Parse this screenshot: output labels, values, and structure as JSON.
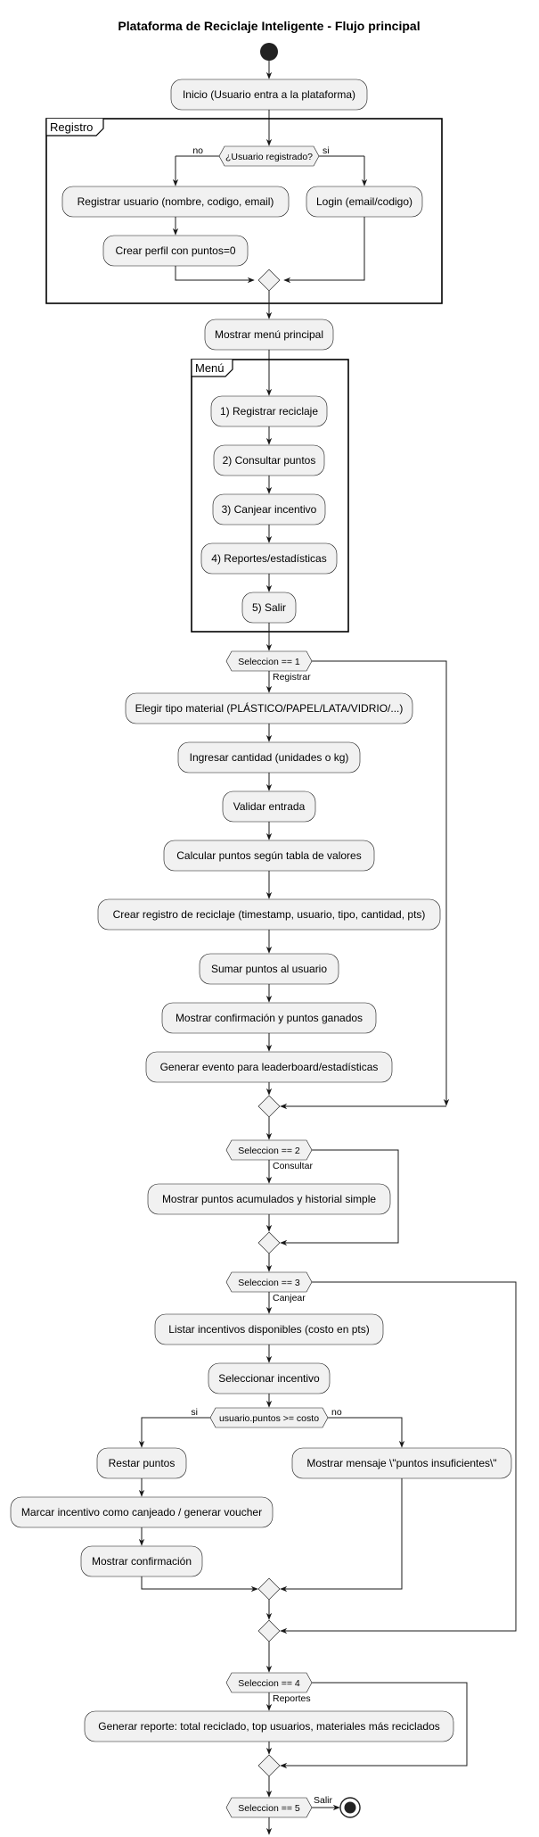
{
  "title": "Plataforma de Reciclaje Inteligente - Flujo principal",
  "nodes": {
    "inicio": "Inicio (Usuario entra a la plataforma)",
    "registrar_usuario": "Registrar usuario (nombre, codigo, email)",
    "login": "Login (email/codigo)",
    "crear_perfil": "Crear perfil con puntos=0",
    "mostrar_menu": "Mostrar menú principal",
    "m1": "1) Registrar reciclaje",
    "m2": "2) Consultar puntos",
    "m3": "3) Canjear incentivo",
    "m4": "4) Reportes/estadísticas",
    "m5": "5) Salir",
    "elegir_tipo": "Elegir tipo material (PLÁSTICO/PAPEL/LATA/VIDRIO/...)",
    "ingresar_cantidad": "Ingresar cantidad (unidades o kg)",
    "validar": "Validar entrada",
    "calcular": "Calcular puntos según tabla de valores",
    "crear_registro": "Crear registro de reciclaje (timestamp, usuario, tipo, cantidad, pts)",
    "sumar": "Sumar puntos al usuario",
    "mostrar_conf_pts": "Mostrar confirmación y puntos ganados",
    "generar_evento": "Generar evento para leaderboard/estadísticas",
    "mostrar_puntos": "Mostrar puntos acumulados y historial simple",
    "listar_incentivos": "Listar incentivos disponibles (costo en pts)",
    "seleccionar_incentivo": "Seleccionar incentivo",
    "restar": "Restar puntos",
    "mostrar_insuf": "Mostrar mensaje \\\"puntos insuficientes\\\"",
    "marcar": "Marcar incentivo como canjeado / generar voucher",
    "mostrar_conf": "Mostrar confirmación",
    "generar_reporte": "Generar reporte: total reciclado, top usuarios, materiales más reciclados"
  },
  "frames": {
    "registro": "Registro",
    "menu": "Menú"
  },
  "decisions": {
    "usuario_registrado": "¿Usuario registrado?",
    "sel1": "Seleccion == 1",
    "sel2": "Seleccion == 2",
    "sel3": "Seleccion == 3",
    "puntos_costo": "usuario.puntos >= costo",
    "sel4": "Seleccion == 4",
    "sel5": "Seleccion == 5"
  },
  "edge_labels": {
    "no": "no",
    "si": "si",
    "registrar": "Registrar",
    "consultar": "Consultar",
    "canjear": "Canjear",
    "reportes": "Reportes",
    "salir": "Salir"
  }
}
